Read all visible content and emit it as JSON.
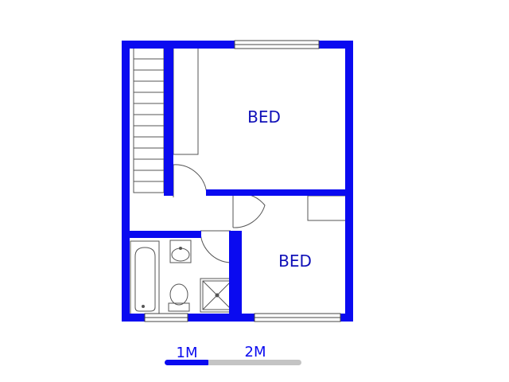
{
  "rooms": [
    {
      "label": "BED"
    },
    {
      "label": "BED"
    }
  ],
  "scale_bar": {
    "label_1": "1M",
    "label_2": "2M"
  },
  "colors": {
    "wall": "#0a0af0",
    "fixture_line": "#555555",
    "label": "#1010b8",
    "scale_gray": "#c4c4c4"
  }
}
